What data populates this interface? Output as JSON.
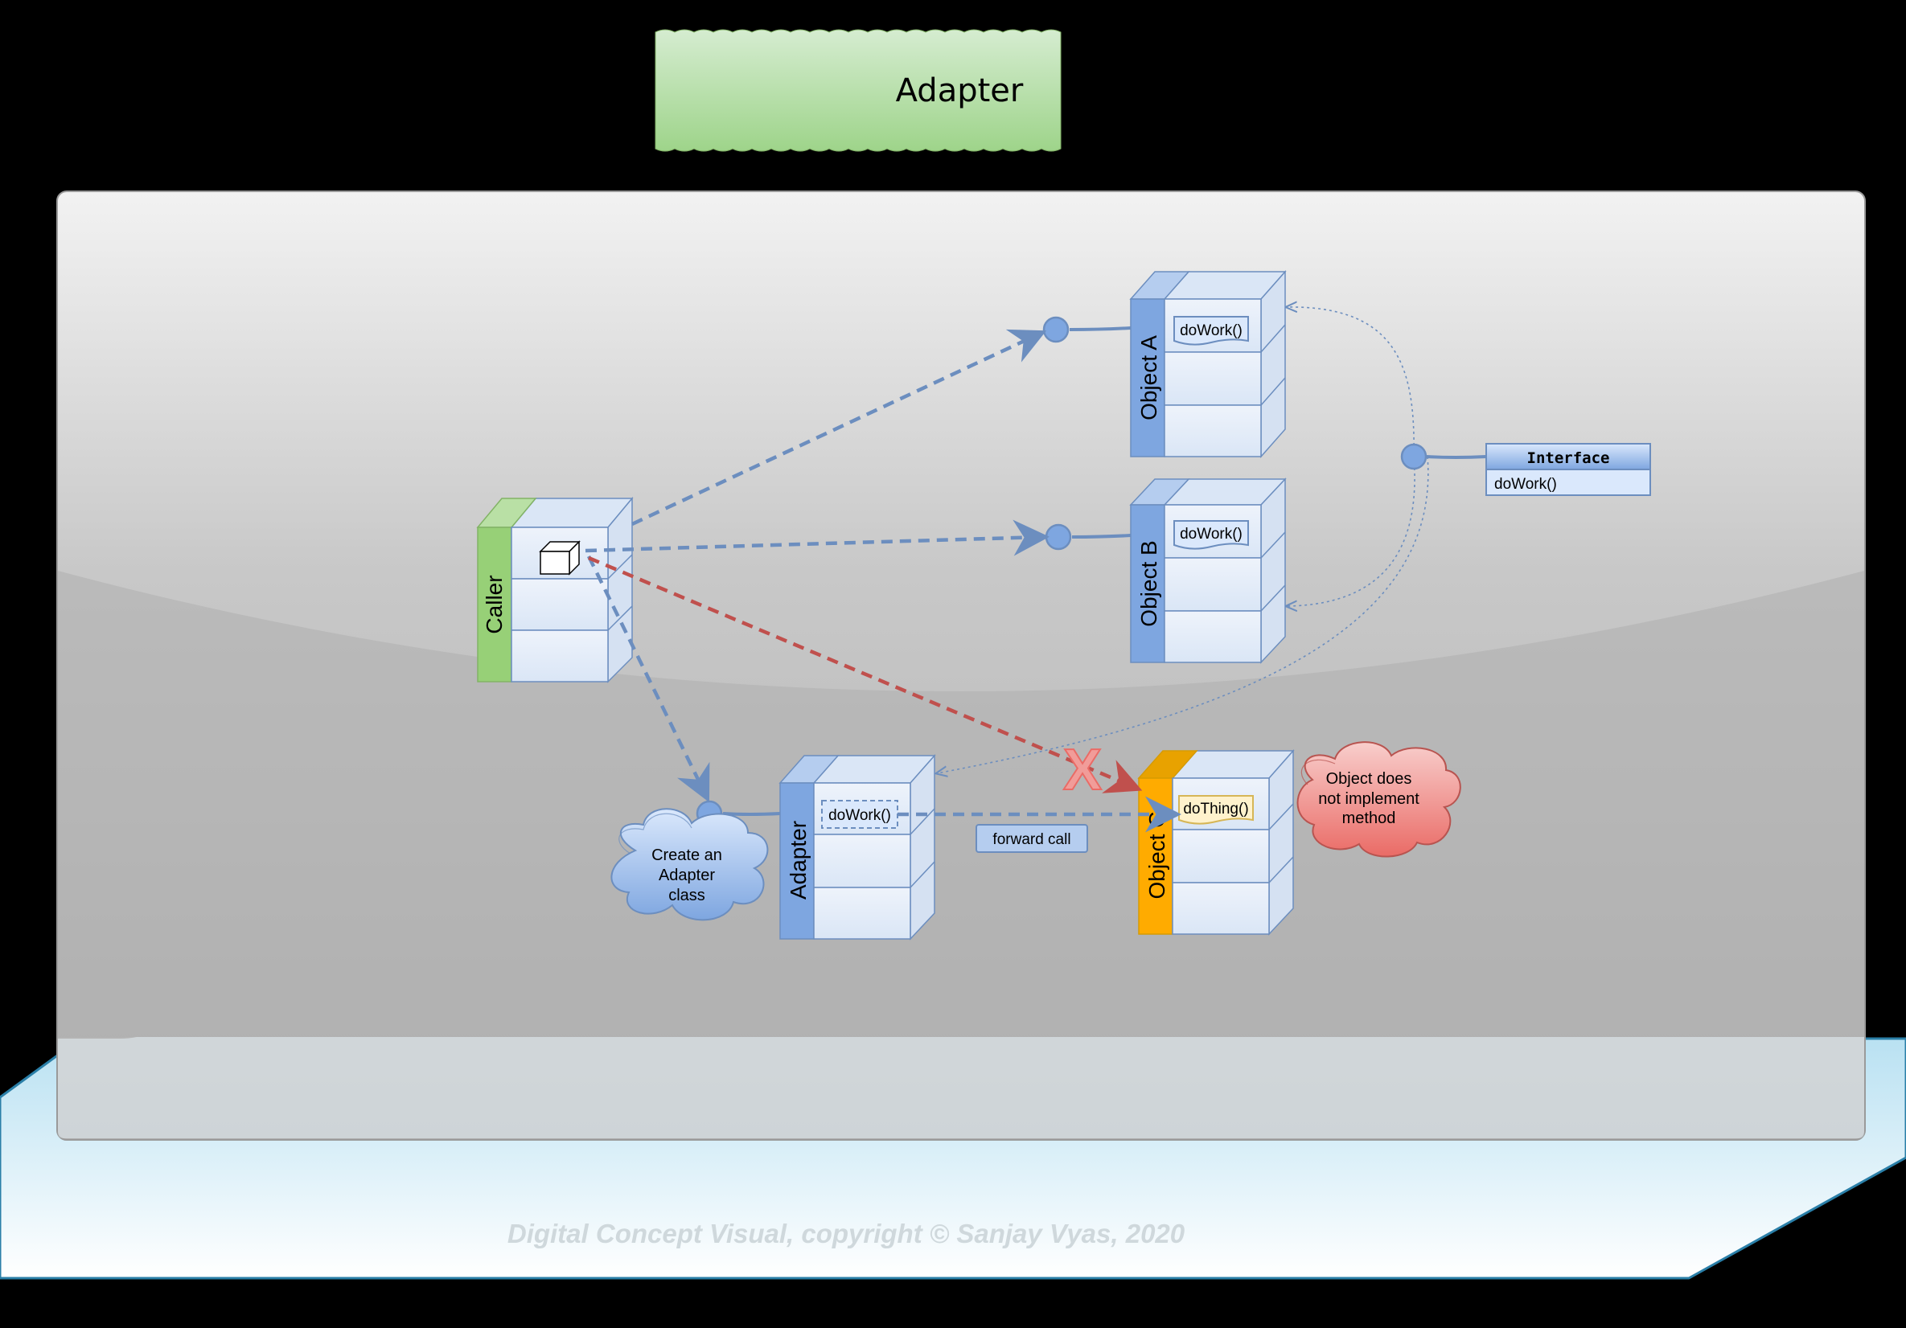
{
  "title": "Adapter",
  "caller": {
    "label": "Caller"
  },
  "objects": [
    {
      "label": "Object A",
      "method": "doWork()"
    },
    {
      "label": "Object B",
      "method": "doWork()"
    },
    {
      "label": "Adapter",
      "method": "doWork()"
    },
    {
      "label": "Object C",
      "method": "doThing()"
    }
  ],
  "interface": {
    "header": "Interface",
    "method": "doWork()"
  },
  "annotations": {
    "create_adapter": [
      "Create an",
      "Adapter",
      "class"
    ],
    "not_implemented": [
      "Object does",
      "not implement",
      "method"
    ],
    "forward_call": "forward call",
    "blocked_mark": "X"
  },
  "footer": "Digital Concept Visual, copyright © Sanjay Vyas, 2020",
  "colors": {
    "background": "#000000",
    "title_fill": "#9ed48a",
    "panel": "#c4c4c4",
    "floor": "#d8eef8",
    "accent_blue": "#6c8ebf",
    "call_red": "#c0504d",
    "object_blue": "#7ea6e0",
    "caller_green": "#97d077",
    "object_c_orange": "#ffab00",
    "cloud_blue": "#7ea6e0",
    "cloud_red": "#ea6b66"
  }
}
